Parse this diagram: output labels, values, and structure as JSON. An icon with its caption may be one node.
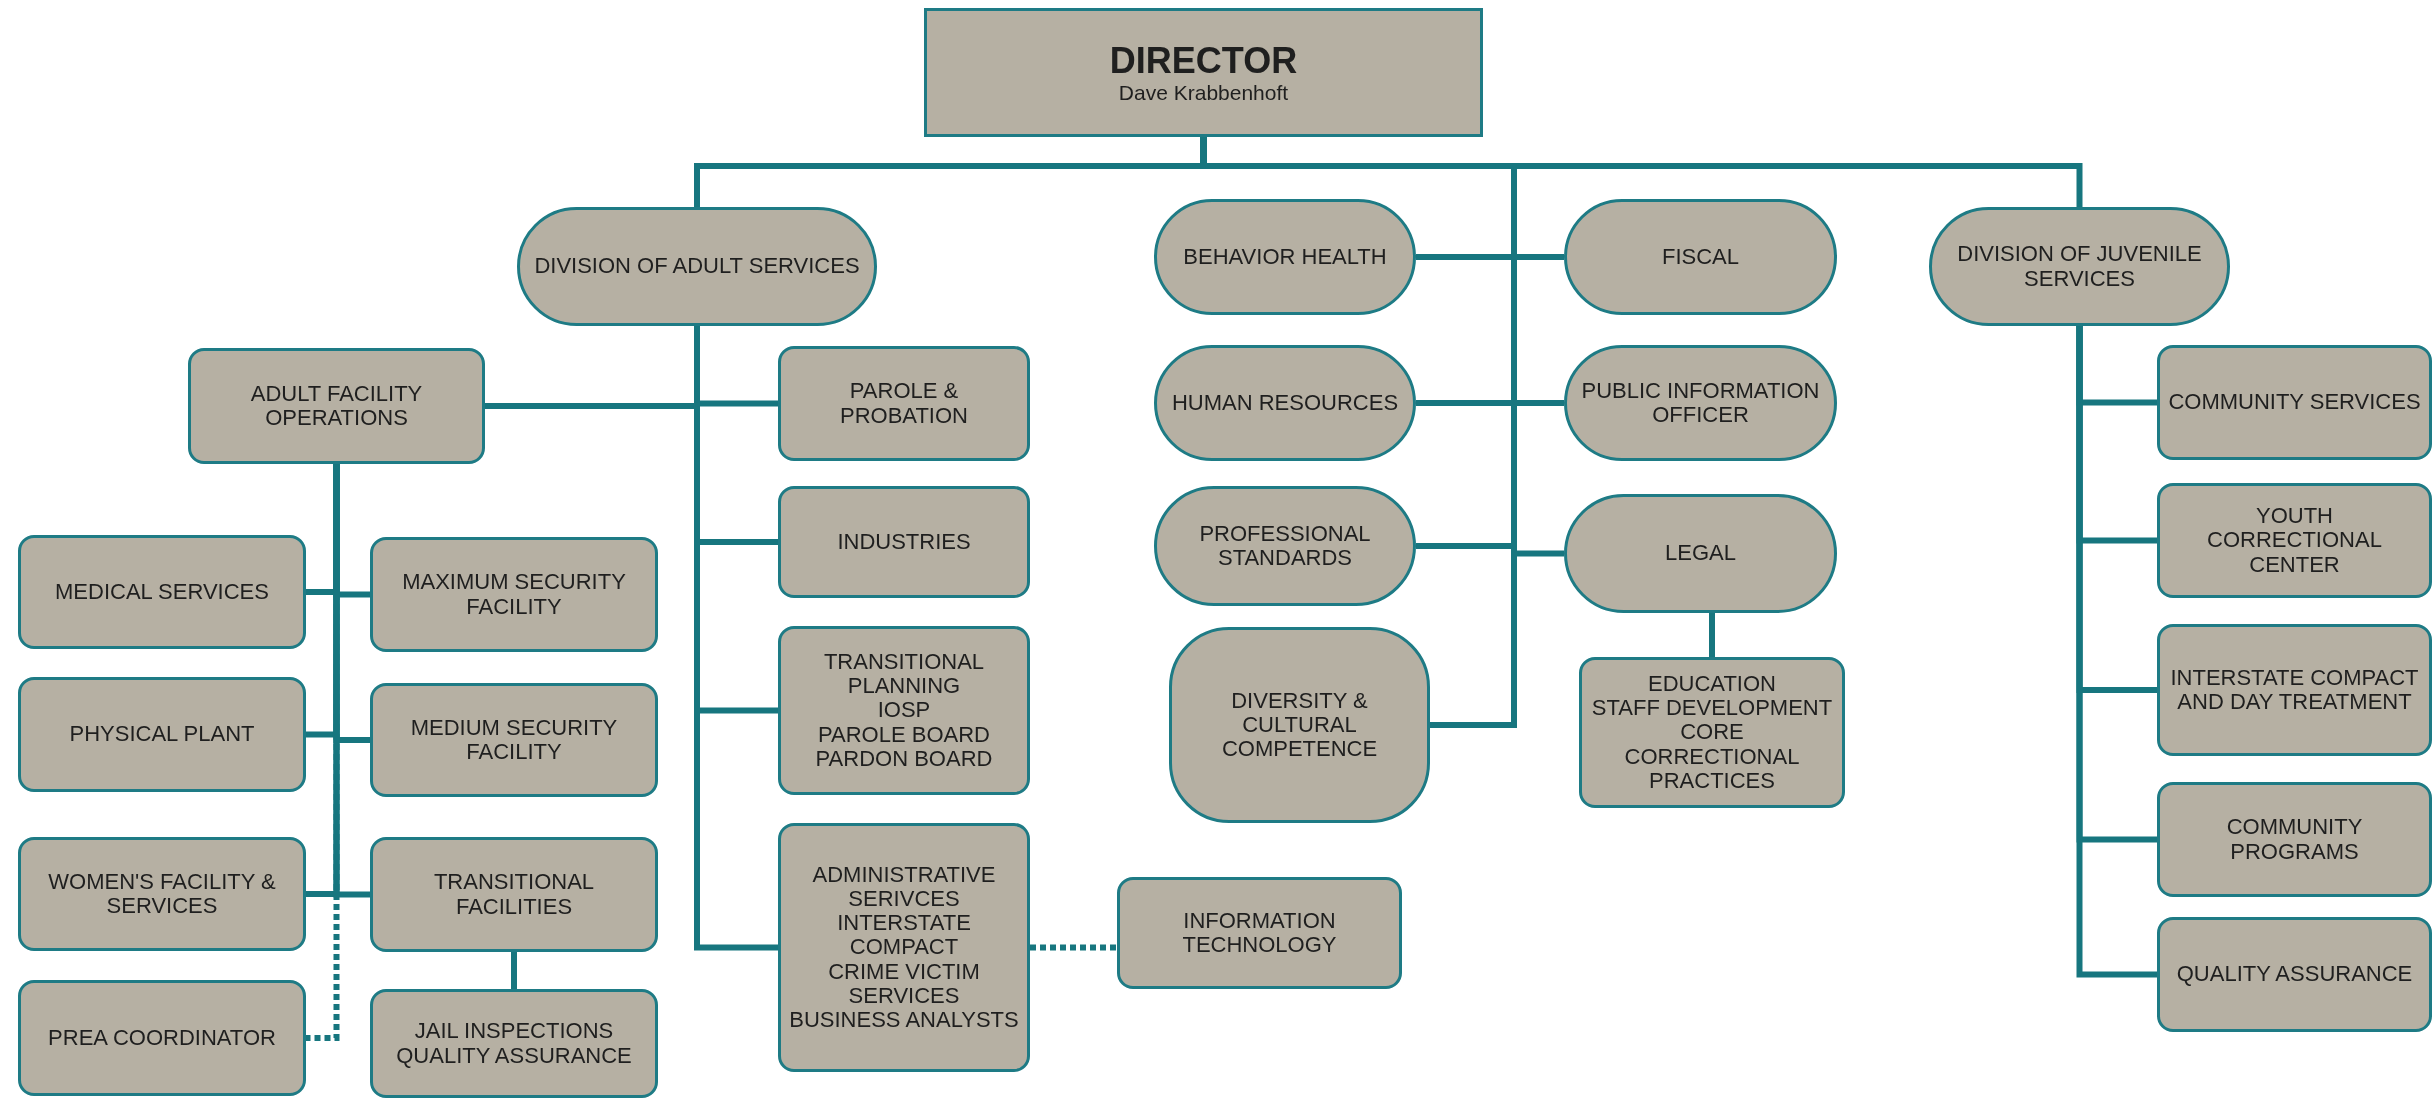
{
  "diagram": {
    "nodes": [
      {
        "text": [
          "DIRECTOR",
          "Dave Krabbenhoft"
        ]
      },
      {
        "text": [
          "DIVISION OF ADULT SERVICES"
        ]
      },
      {
        "text": [
          "BEHAVIOR HEALTH"
        ]
      },
      {
        "text": [
          "FISCAL"
        ]
      },
      {
        "text": [
          "DIVISION OF JUVENILE SERVICES"
        ]
      },
      {
        "text": [
          "ADULT FACILITY OPERATIONS"
        ]
      },
      {
        "text": [
          "PAROLE & PROBATION"
        ]
      },
      {
        "text": [
          "HUMAN RESOURCES"
        ]
      },
      {
        "text": [
          "PUBLIC INFORMATION OFFICER"
        ]
      },
      {
        "text": [
          "COMMUNITY SERVICES"
        ]
      },
      {
        "text": [
          "MEDICAL SERVICES"
        ]
      },
      {
        "text": [
          "MAXIMUM SECURITY FACILITY"
        ]
      },
      {
        "text": [
          "INDUSTRIES"
        ]
      },
      {
        "text": [
          "PROFESSIONAL STANDARDS"
        ]
      },
      {
        "text": [
          "LEGAL"
        ]
      },
      {
        "text": [
          "YOUTH CORRECTIONAL CENTER"
        ]
      },
      {
        "text": [
          "PHYSICAL PLANT"
        ]
      },
      {
        "text": [
          "MEDIUM SECURITY FACILITY"
        ]
      },
      {
        "text": [
          "TRANSITIONAL PLANNING",
          "IOSP",
          "PAROLE BOARD",
          "PARDON BOARD"
        ]
      },
      {
        "text": [
          "DIVERSITY & CULTURAL COMPETENCE"
        ]
      },
      {
        "text": [
          "EDUCATION",
          "STAFF DEVELOPMENT",
          "CORE CORRECTIONAL PRACTICES"
        ]
      },
      {
        "text": [
          "INTERSTATE COMPACT AND DAY TREATMENT"
        ]
      },
      {
        "text": [
          "WOMEN'S FACILITY & SERVICES"
        ]
      },
      {
        "text": [
          "TRANSITIONAL FACILITIES"
        ]
      },
      {
        "text": [
          "COMMUNITY PROGRAMS"
        ]
      },
      {
        "text": [
          "ADMINISTRATIVE SERIVCES",
          "INTERSTATE COMPACT",
          "CRIME VICTIM SERVICES",
          "BUSINESS ANALYSTS"
        ]
      },
      {
        "text": [
          "INFORMATION TECHNOLOGY"
        ]
      },
      {
        "text": [
          "QUALITY ASSURANCE"
        ]
      },
      {
        "text": [
          "PREA COORDINATOR"
        ]
      },
      {
        "text": [
          "JAIL INSPECTIONS",
          "QUALITY ASSURANCE"
        ]
      }
    ],
    "edges": [
      {
        "from": 0,
        "to": 1,
        "arrow": "none"
      },
      {
        "from": 0,
        "to": 2,
        "arrow": "none"
      },
      {
        "from": 0,
        "to": 3,
        "arrow": "none"
      },
      {
        "from": 0,
        "to": 4,
        "arrow": "none"
      },
      {
        "from": 0,
        "to": 7,
        "arrow": "none"
      },
      {
        "from": 0,
        "to": 8,
        "arrow": "none"
      },
      {
        "from": 0,
        "to": 13,
        "arrow": "none"
      },
      {
        "from": 0,
        "to": 14,
        "arrow": "none"
      },
      {
        "from": 0,
        "to": 19,
        "arrow": "none"
      },
      {
        "from": 1,
        "to": 5,
        "arrow": "none"
      },
      {
        "from": 1,
        "to": 6,
        "arrow": "none"
      },
      {
        "from": 1,
        "to": 12,
        "arrow": "none"
      },
      {
        "from": 1,
        "to": 18,
        "arrow": "none"
      },
      {
        "from": 1,
        "to": 25,
        "arrow": "none"
      },
      {
        "from": 25,
        "to": 26,
        "arrow": "none",
        "style": "dashed"
      },
      {
        "from": 5,
        "to": 10,
        "arrow": "none"
      },
      {
        "from": 5,
        "to": 11,
        "arrow": "none"
      },
      {
        "from": 5,
        "to": 16,
        "arrow": "none"
      },
      {
        "from": 5,
        "to": 17,
        "arrow": "none"
      },
      {
        "from": 5,
        "to": 22,
        "arrow": "none"
      },
      {
        "from": 5,
        "to": 23,
        "arrow": "none"
      },
      {
        "from": 5,
        "to": 28,
        "arrow": "none",
        "style": "dashed"
      },
      {
        "from": 23,
        "to": 29,
        "arrow": "none"
      },
      {
        "from": 14,
        "to": 20,
        "arrow": "none"
      },
      {
        "from": 4,
        "to": 9,
        "arrow": "none"
      },
      {
        "from": 4,
        "to": 15,
        "arrow": "none"
      },
      {
        "from": 4,
        "to": 21,
        "arrow": "none"
      },
      {
        "from": 4,
        "to": 24,
        "arrow": "none"
      },
      {
        "from": 4,
        "to": 27,
        "arrow": "none"
      }
    ]
  }
}
